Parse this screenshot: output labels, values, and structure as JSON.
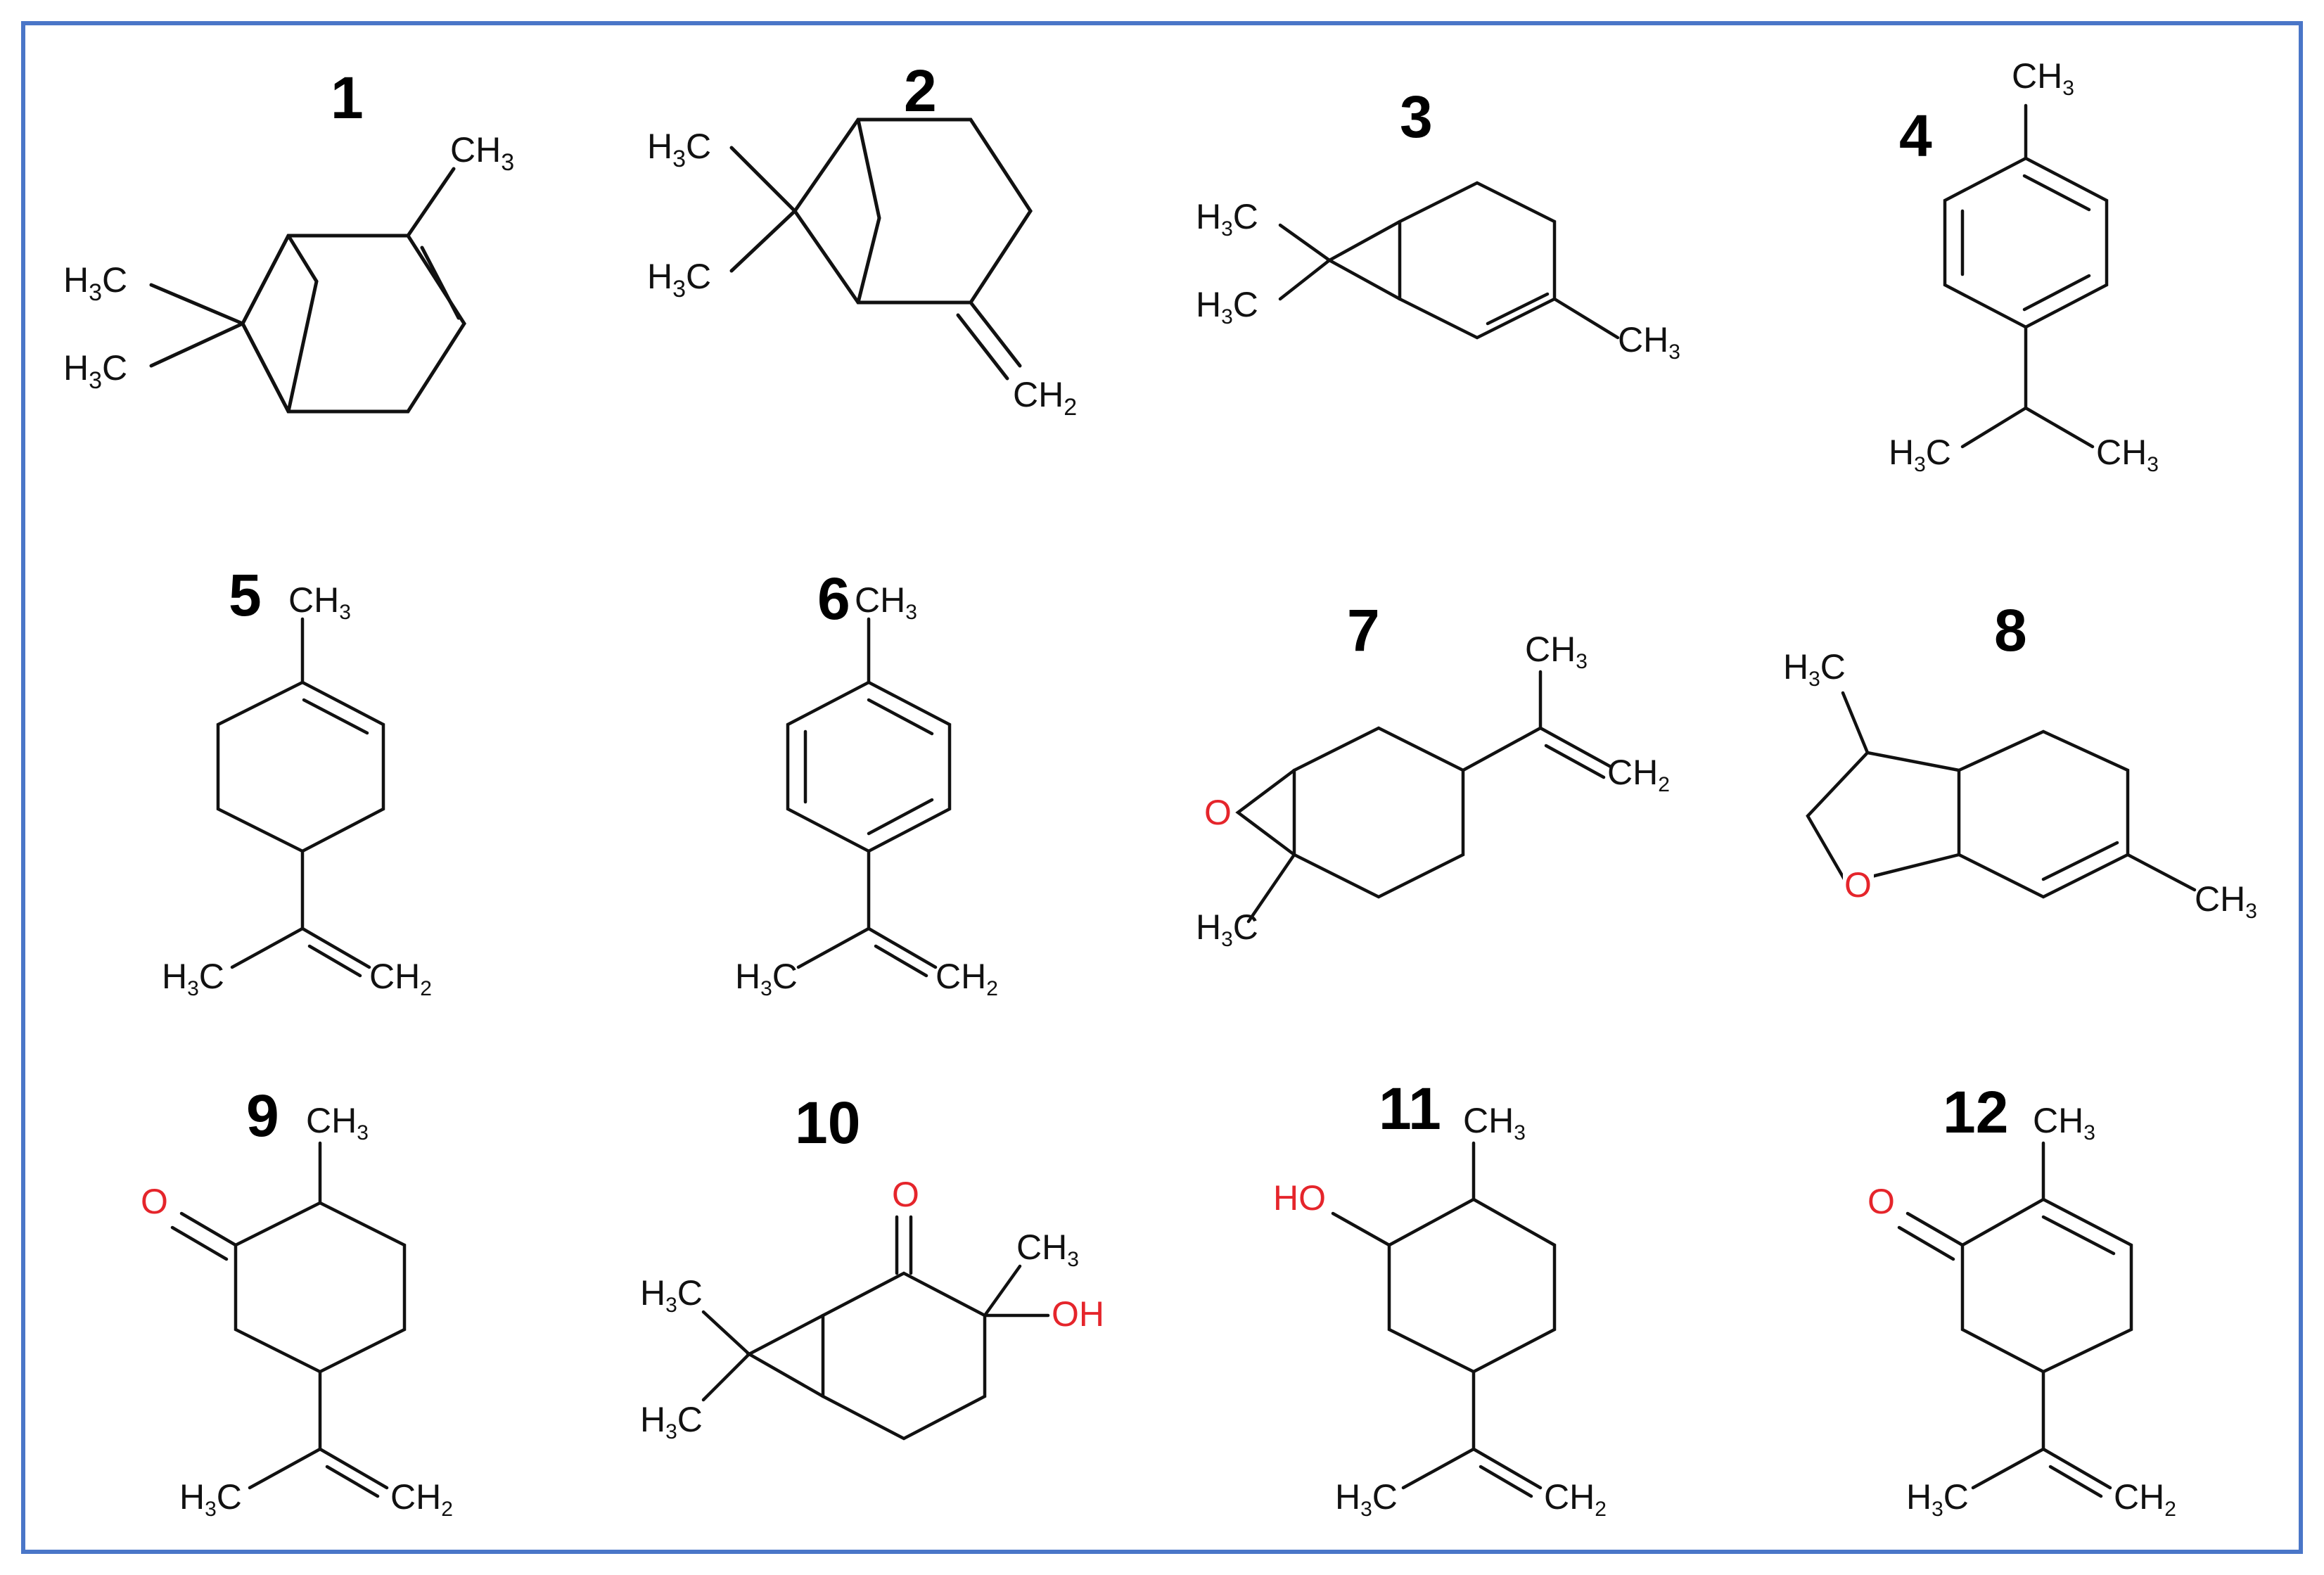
{
  "colors": {
    "border": "#4a76c8",
    "bond": "#111111",
    "heteroatom": "#e5252b"
  },
  "molecules": [
    {
      "number": "1",
      "labels": {
        "ch3": "CH",
        "ch3_sub": "3",
        "h3c_a": "H",
        "h3c_a_sub": "3",
        "h3c_a_c": "C",
        "h3c_b": "H",
        "h3c_b_sub": "3",
        "h3c_b_c": "C"
      }
    },
    {
      "number": "2",
      "labels": {
        "h3c_a": "H",
        "h3c_a_sub": "3",
        "h3c_a_c": "C",
        "h3c_b": "H",
        "h3c_b_sub": "3",
        "h3c_b_c": "C",
        "ch2": "CH",
        "ch2_sub": "2"
      }
    },
    {
      "number": "3",
      "labels": {
        "h3c_a": "H",
        "h3c_a_sub": "3",
        "h3c_a_c": "C",
        "h3c_b": "H",
        "h3c_b_sub": "3",
        "h3c_b_c": "C",
        "ch3": "CH",
        "ch3_sub": "3"
      }
    },
    {
      "number": "4",
      "labels": {
        "ch3_top": "CH",
        "ch3_top_sub": "3",
        "h3c": "H",
        "h3c_sub": "3",
        "h3c_c": "C",
        "ch3_right": "CH",
        "ch3_right_sub": "3"
      }
    },
    {
      "number": "5",
      "labels": {
        "ch3": "CH",
        "ch3_sub": "3",
        "h3c": "H",
        "h3c_sub": "3",
        "h3c_c": "C",
        "ch2": "CH",
        "ch2_sub": "2"
      }
    },
    {
      "number": "6",
      "labels": {
        "ch3": "CH",
        "ch3_sub": "3",
        "h3c": "H",
        "h3c_sub": "3",
        "h3c_c": "C",
        "ch2": "CH",
        "ch2_sub": "2"
      }
    },
    {
      "number": "7",
      "labels": {
        "ch3": "CH",
        "ch3_sub": "3",
        "ch2": "CH",
        "ch2_sub": "2",
        "o": "O",
        "h3c": "H",
        "h3c_sub": "3",
        "h3c_c": "C"
      }
    },
    {
      "number": "8",
      "labels": {
        "h3c": "H",
        "h3c_sub": "3",
        "h3c_c": "C",
        "o": "O",
        "ch3": "CH",
        "ch3_sub": "3"
      }
    },
    {
      "number": "9",
      "labels": {
        "ch3": "CH",
        "ch3_sub": "3",
        "o": "O",
        "h3c": "H",
        "h3c_sub": "3",
        "h3c_c": "C",
        "ch2": "CH",
        "ch2_sub": "2"
      }
    },
    {
      "number": "10",
      "labels": {
        "o": "O",
        "ch3": "CH",
        "ch3_sub": "3",
        "oh": "OH",
        "h3c_a": "H",
        "h3c_a_sub": "3",
        "h3c_a_c": "C",
        "h3c_b": "H",
        "h3c_b_sub": "3",
        "h3c_b_c": "C"
      }
    },
    {
      "number": "11",
      "labels": {
        "ch3": "CH",
        "ch3_sub": "3",
        "ho": "HO",
        "h3c": "H",
        "h3c_sub": "3",
        "h3c_c": "C",
        "ch2": "CH",
        "ch2_sub": "2"
      }
    },
    {
      "number": "12",
      "labels": {
        "ch3": "CH",
        "ch3_sub": "3",
        "o": "O",
        "h3c": "H",
        "h3c_sub": "3",
        "h3c_c": "C",
        "ch2": "CH",
        "ch2_sub": "2"
      }
    }
  ]
}
